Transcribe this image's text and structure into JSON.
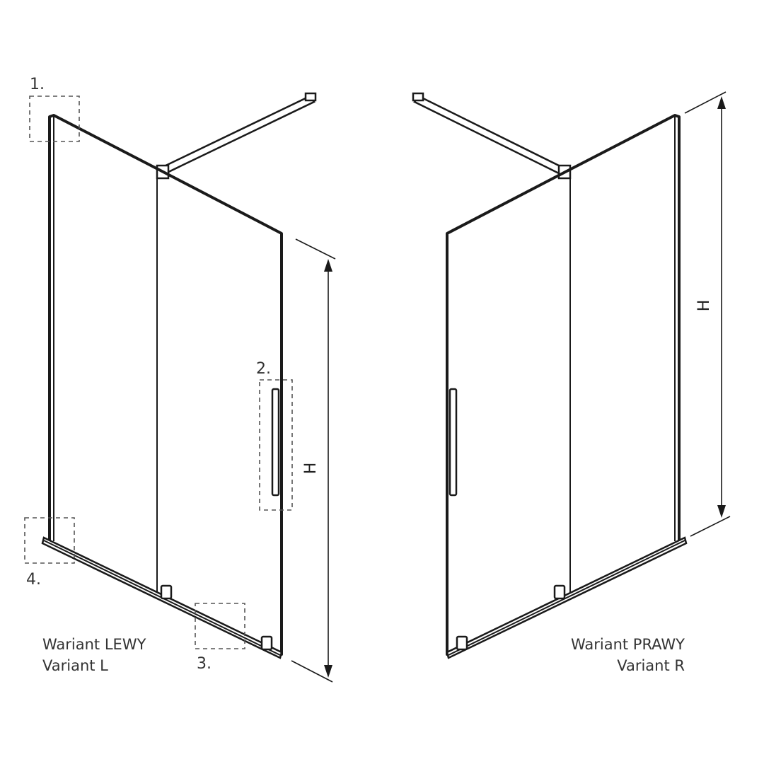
{
  "callouts": {
    "detail_1": "1.",
    "detail_2": "2.",
    "detail_3": "3.",
    "detail_4": "4."
  },
  "dimensions": {
    "height_left": "H",
    "height_right": "H"
  },
  "variants": {
    "left": {
      "line1": "Wariant LEWY",
      "line2": "Variant L"
    },
    "right": {
      "line1": "Wariant PRAWY",
      "line2": "Variant R"
    }
  }
}
